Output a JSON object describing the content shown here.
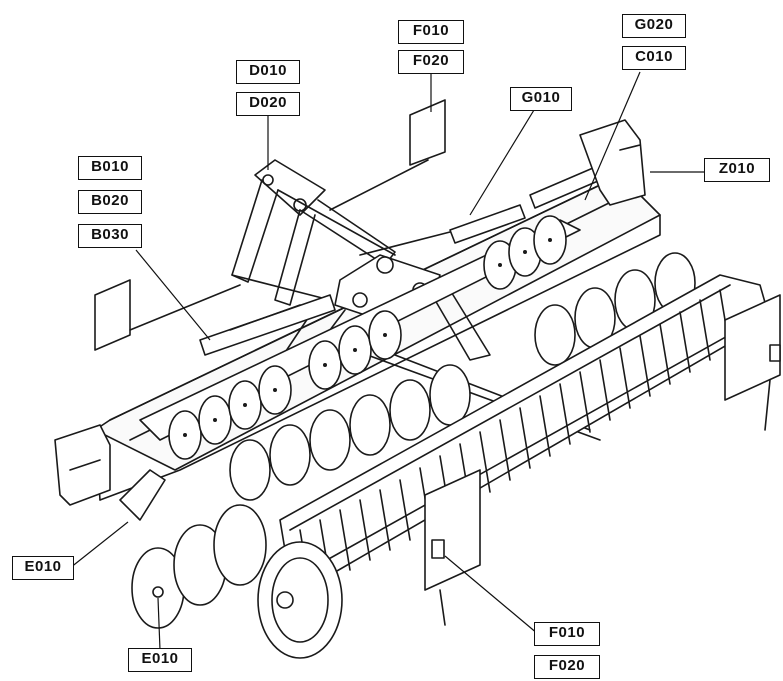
{
  "diagram": {
    "callouts": {
      "F010_top": "F010",
      "F020_top": "F020",
      "G020": "G020",
      "C010": "C010",
      "D010": "D010",
      "D020": "D020",
      "G010": "G010",
      "Z010": "Z010",
      "B010": "B010",
      "B020": "B020",
      "B030": "B030",
      "E010_left": "E010",
      "E010_bottom": "E010",
      "F010_bottom": "F010",
      "F020_bottom": "F020"
    }
  }
}
